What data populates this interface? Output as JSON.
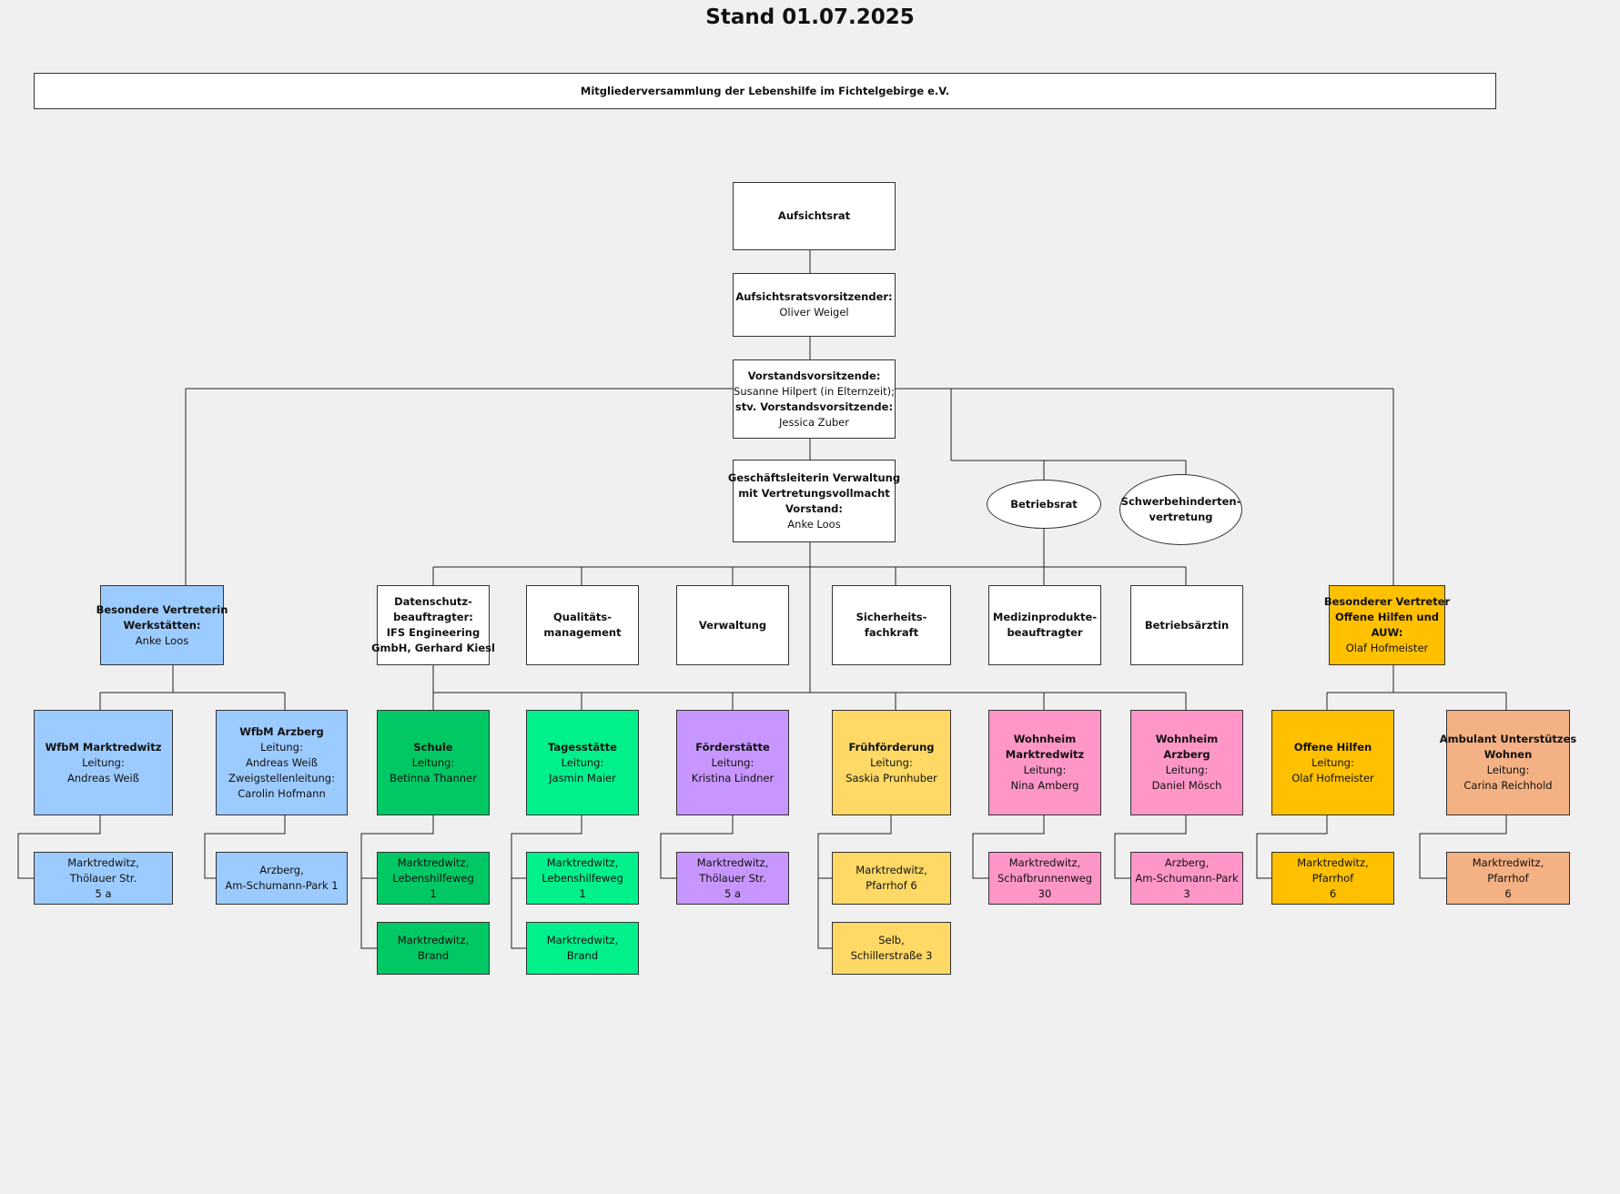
{
  "title": "Stand 01.07.2025",
  "colors": {
    "white": "#ffffff",
    "blue": "#9ccbff",
    "darkgreen": "#00c864",
    "mint": "#00f08c",
    "purple": "#c896ff",
    "yellow": "#ffd966",
    "pink": "#ff96c8",
    "orange": "#ffc000",
    "salmon": "#f4b183"
  },
  "boxes": {
    "mitglieder": {
      "lines": [
        {
          "t": "Mitgliederversammlung der Lebenshilfe im Fichtelgebirge e.V.",
          "b": true
        }
      ]
    },
    "aufsichtsrat": {
      "lines": [
        {
          "t": "Aufsichtsrat",
          "b": true
        }
      ]
    },
    "ar_vors": {
      "lines": [
        {
          "t": "Aufsichtsratsvorsitzender:",
          "b": true
        },
        {
          "t": "Oliver Weigel",
          "b": false
        }
      ]
    },
    "vorstand": {
      "lines": [
        {
          "t": "Vorstandsvorsitzende:",
          "b": true
        },
        {
          "t": "Susanne Hilpert (in Elternzeit);",
          "b": false
        },
        {
          "t": "stv. Vorstandsvorsitzende:",
          "b": true
        },
        {
          "t": "Jessica Zuber",
          "b": false
        }
      ]
    },
    "gf": {
      "lines": [
        {
          "t": "Geschäftsleiterin Verwaltung",
          "b": true
        },
        {
          "t": "mit Vertretungsvollmacht",
          "b": true
        },
        {
          "t": "Vorstand:",
          "b": true
        },
        {
          "t": "Anke Loos",
          "b": false
        }
      ]
    },
    "betriebsrat": {
      "lines": [
        {
          "t": "Betriebsrat",
          "b": true
        }
      ]
    },
    "sbv": {
      "lines": [
        {
          "t": "Schwerbehinderten-",
          "b": true
        },
        {
          "t": "vertretung",
          "b": true
        }
      ]
    },
    "bv_werk": {
      "lines": [
        {
          "t": "Besondere Vertreterin",
          "b": true
        },
        {
          "t": "Werkstätten:",
          "b": true
        },
        {
          "t": "Anke Loos",
          "b": false
        }
      ]
    },
    "datenschutz": {
      "lines": [
        {
          "t": "Datenschutz-",
          "b": true
        },
        {
          "t": "beauftragter:",
          "b": true
        },
        {
          "t": "IFS Engineering",
          "b": true
        },
        {
          "t": "GmbH, Gerhard Kiesl",
          "b": true
        }
      ]
    },
    "qm": {
      "lines": [
        {
          "t": "Qualitäts-",
          "b": true
        },
        {
          "t": "management",
          "b": true
        }
      ]
    },
    "verwaltung": {
      "lines": [
        {
          "t": "Verwaltung",
          "b": true
        }
      ]
    },
    "sifa": {
      "lines": [
        {
          "t": "Sicherheits-",
          "b": true
        },
        {
          "t": "fachkraft",
          "b": true
        }
      ]
    },
    "mpb": {
      "lines": [
        {
          "t": "Medizinprodukte-",
          "b": true
        },
        {
          "t": "beauftragter",
          "b": true
        }
      ]
    },
    "betriebsarzt": {
      "lines": [
        {
          "t": "Betriebsärztin",
          "b": true
        }
      ]
    },
    "bv_oh": {
      "lines": [
        {
          "t": "Besonderer Vertreter",
          "b": true
        },
        {
          "t": "Offene Hilfen und",
          "b": true
        },
        {
          "t": "AUW:",
          "b": true
        },
        {
          "t": "Olaf Hofmeister",
          "b": false
        }
      ]
    },
    "wfbm_mak": {
      "lines": [
        {
          "t": "WfbM Marktredwitz",
          "b": true
        },
        {
          "t": "Leitung:",
          "b": false
        },
        {
          "t": "Andreas Weiß",
          "b": false
        }
      ]
    },
    "wfbm_arz": {
      "lines": [
        {
          "t": "WfbM Arzberg",
          "b": true
        },
        {
          "t": "Leitung:",
          "b": false
        },
        {
          "t": "Andreas Weiß",
          "b": false
        },
        {
          "t": "Zweigstellenleitung:",
          "b": false
        },
        {
          "t": "Carolin Hofmann",
          "b": false
        }
      ]
    },
    "schule": {
      "lines": [
        {
          "t": "Schule",
          "b": true
        },
        {
          "t": "Leitung:",
          "b": false
        },
        {
          "t": "Betinna Thanner",
          "b": false
        }
      ]
    },
    "tages": {
      "lines": [
        {
          "t": "Tagesstätte",
          "b": true
        },
        {
          "t": "Leitung:",
          "b": false
        },
        {
          "t": "Jasmin Maier",
          "b": false
        }
      ]
    },
    "foerder": {
      "lines": [
        {
          "t": "Förderstätte",
          "b": true
        },
        {
          "t": "Leitung:",
          "b": false
        },
        {
          "t": "Kristina Lindner",
          "b": false
        }
      ]
    },
    "frueh": {
      "lines": [
        {
          "t": "Frühförderung",
          "b": true
        },
        {
          "t": "Leitung:",
          "b": false
        },
        {
          "t": "Saskia Prunhuber",
          "b": false
        }
      ]
    },
    "wh_mak": {
      "lines": [
        {
          "t": "Wohnheim",
          "b": true
        },
        {
          "t": "Marktredwitz",
          "b": true
        },
        {
          "t": "Leitung:",
          "b": false
        },
        {
          "t": "Nina Amberg",
          "b": false
        }
      ]
    },
    "wh_arz": {
      "lines": [
        {
          "t": "Wohnheim",
          "b": true
        },
        {
          "t": "Arzberg",
          "b": true
        },
        {
          "t": "Leitung:",
          "b": false
        },
        {
          "t": "Daniel Mösch",
          "b": false
        }
      ]
    },
    "offene": {
      "lines": [
        {
          "t": "Offene Hilfen",
          "b": true
        },
        {
          "t": "Leitung:",
          "b": false
        },
        {
          "t": "Olaf Hofmeister",
          "b": false
        }
      ]
    },
    "amb": {
      "lines": [
        {
          "t": "Ambulant Unterstützes",
          "b": true
        },
        {
          "t": "Wohnen",
          "b": true
        },
        {
          "t": "Leitung:",
          "b": false
        },
        {
          "t": "Carina Reichhold",
          "b": false
        }
      ]
    },
    "loc_wfbm_mak": {
      "lines": [
        {
          "t": "Marktredwitz,",
          "b": false
        },
        {
          "t": "Thölauer Str.",
          "b": false
        },
        {
          "t": "5 a",
          "b": false
        }
      ]
    },
    "loc_wfbm_arz": {
      "lines": [
        {
          "t": "Arzberg,",
          "b": false
        },
        {
          "t": "Am-Schumann-Park 1",
          "b": false
        }
      ]
    },
    "loc_schule1": {
      "lines": [
        {
          "t": "Marktredwitz,",
          "b": false
        },
        {
          "t": "Lebenshilfeweg",
          "b": false
        },
        {
          "t": "1",
          "b": false
        }
      ]
    },
    "loc_schule2": {
      "lines": [
        {
          "t": "Marktredwitz,",
          "b": false
        },
        {
          "t": "Brand",
          "b": false
        }
      ]
    },
    "loc_tages1": {
      "lines": [
        {
          "t": "Marktredwitz,",
          "b": false
        },
        {
          "t": "Lebenshilfeweg",
          "b": false
        },
        {
          "t": "1",
          "b": false
        }
      ]
    },
    "loc_tages2": {
      "lines": [
        {
          "t": "Marktredwitz,",
          "b": false
        },
        {
          "t": "Brand",
          "b": false
        }
      ]
    },
    "loc_foerder": {
      "lines": [
        {
          "t": "Marktredwitz,",
          "b": false
        },
        {
          "t": "Thölauer Str.",
          "b": false
        },
        {
          "t": "5 a",
          "b": false
        }
      ]
    },
    "loc_frueh1": {
      "lines": [
        {
          "t": "Marktredwitz,",
          "b": false
        },
        {
          "t": "Pfarrhof 6",
          "b": false
        }
      ]
    },
    "loc_frueh2": {
      "lines": [
        {
          "t": "Selb,",
          "b": false
        },
        {
          "t": "Schillerstraße 3",
          "b": false
        }
      ]
    },
    "loc_wh_mak": {
      "lines": [
        {
          "t": "Marktredwitz,",
          "b": false
        },
        {
          "t": "Schafbrunnenweg",
          "b": false
        },
        {
          "t": "30",
          "b": false
        }
      ]
    },
    "loc_wh_arz": {
      "lines": [
        {
          "t": "Arzberg,",
          "b": false
        },
        {
          "t": "Am-Schumann-Park",
          "b": false
        },
        {
          "t": "3",
          "b": false
        }
      ]
    },
    "loc_offene": {
      "lines": [
        {
          "t": "Marktredwitz,",
          "b": false
        },
        {
          "t": "Pfarrhof",
          "b": false
        },
        {
          "t": "6",
          "b": false
        }
      ]
    },
    "loc_amb": {
      "lines": [
        {
          "t": "Marktredwitz,",
          "b": false
        },
        {
          "t": "Pfarrhof",
          "b": false
        },
        {
          "t": "6",
          "b": false
        }
      ]
    }
  }
}
